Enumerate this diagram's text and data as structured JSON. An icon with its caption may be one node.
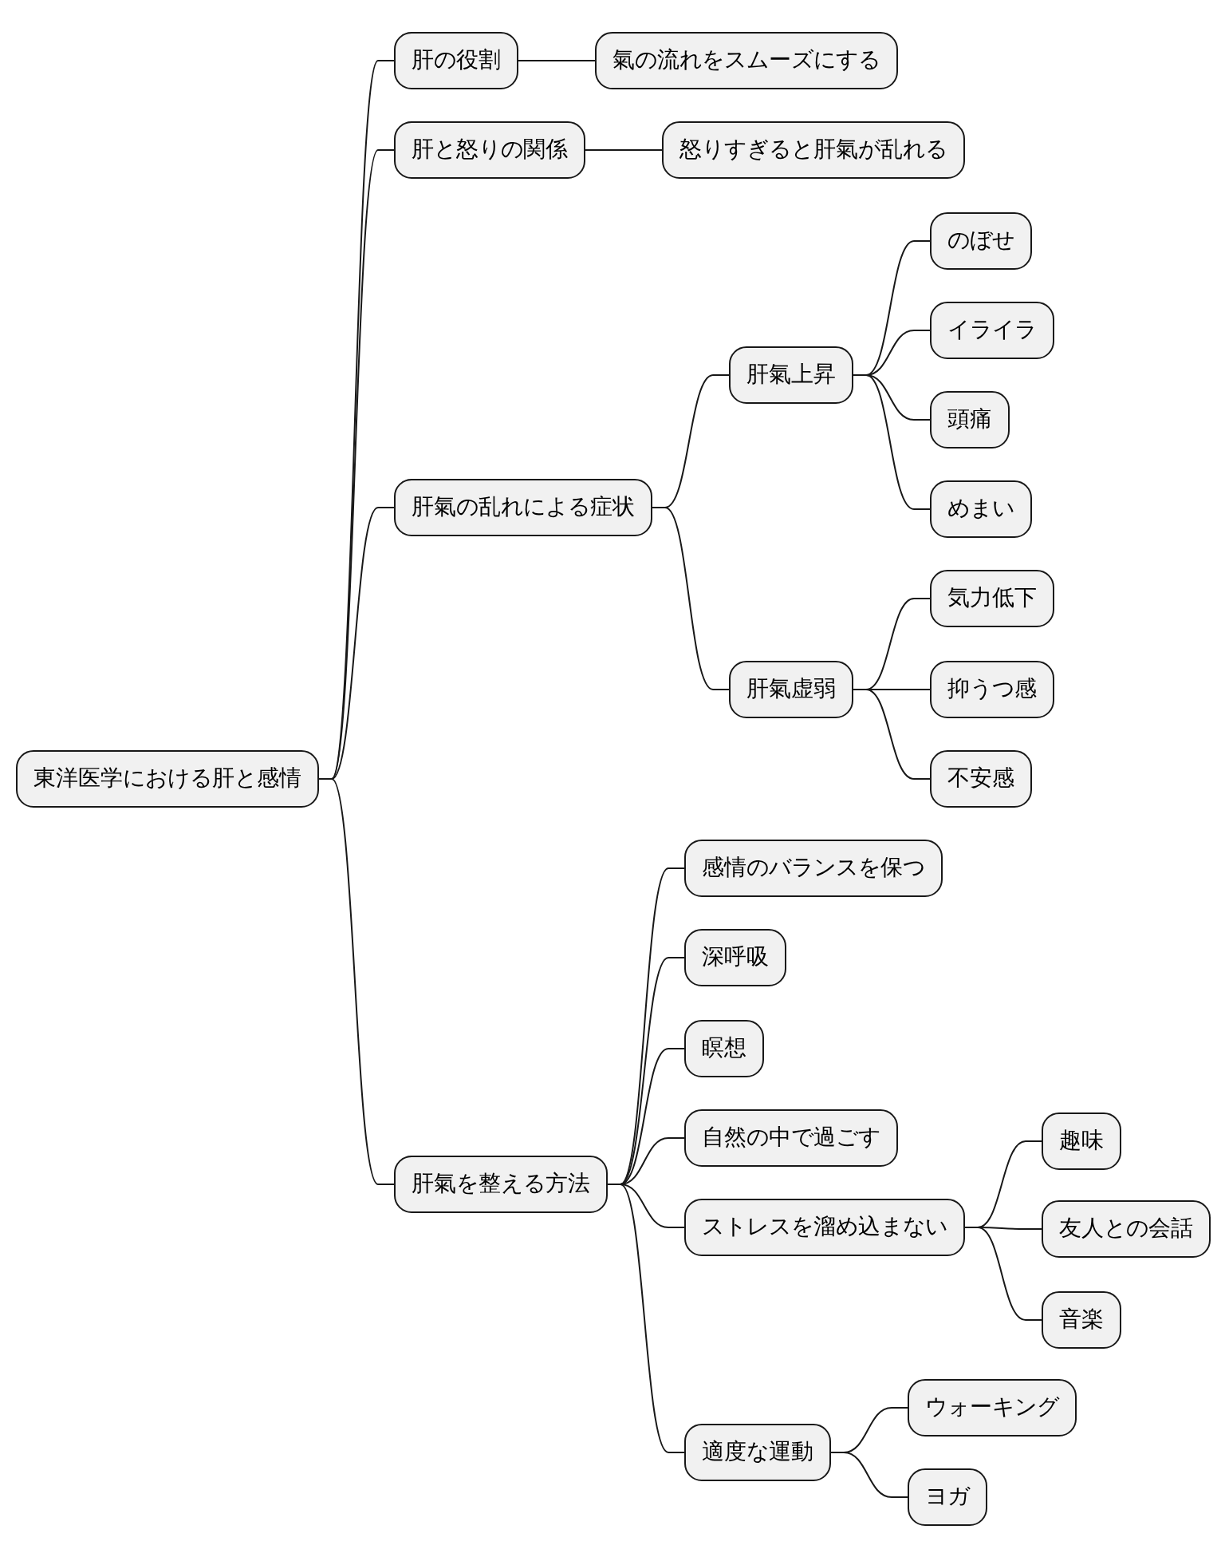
{
  "diagram": {
    "nodes": [
      {
        "text": [
          "東洋医学における肝と感情"
        ]
      },
      {
        "text": [
          "肝の役割"
        ]
      },
      {
        "text": [
          "氣の流れをスムーズにする"
        ]
      },
      {
        "text": [
          "肝と怒りの関係"
        ]
      },
      {
        "text": [
          "怒りすぎると肝氣が乱れる"
        ]
      },
      {
        "text": [
          "肝氣の乱れによる症状"
        ]
      },
      {
        "text": [
          "肝氣上昇"
        ]
      },
      {
        "text": [
          "のぼせ"
        ]
      },
      {
        "text": [
          "イライラ"
        ]
      },
      {
        "text": [
          "頭痛"
        ]
      },
      {
        "text": [
          "めまい"
        ]
      },
      {
        "text": [
          "肝氣虚弱"
        ]
      },
      {
        "text": [
          "気力低下"
        ]
      },
      {
        "text": [
          "抑うつ感"
        ]
      },
      {
        "text": [
          "不安感"
        ]
      },
      {
        "text": [
          "肝氣を整える方法"
        ]
      },
      {
        "text": [
          "感情のバランスを保つ"
        ]
      },
      {
        "text": [
          "深呼吸"
        ]
      },
      {
        "text": [
          "瞑想"
        ]
      },
      {
        "text": [
          "自然の中で過ごす"
        ]
      },
      {
        "text": [
          "ストレスを溜め込まない"
        ]
      },
      {
        "text": [
          "趣味"
        ]
      },
      {
        "text": [
          "友人との会話"
        ]
      },
      {
        "text": [
          "音楽"
        ]
      },
      {
        "text": [
          "適度な運動"
        ]
      },
      {
        "text": [
          "ウォーキング"
        ]
      },
      {
        "text": [
          "ヨガ"
        ]
      }
    ],
    "edges": [
      {
        "from": 0,
        "to": 1,
        "arrow": "none"
      },
      {
        "from": 1,
        "to": 2,
        "arrow": "none"
      },
      {
        "from": 0,
        "to": 3,
        "arrow": "none"
      },
      {
        "from": 3,
        "to": 4,
        "arrow": "none"
      },
      {
        "from": 0,
        "to": 5,
        "arrow": "none"
      },
      {
        "from": 5,
        "to": 6,
        "arrow": "none"
      },
      {
        "from": 6,
        "to": 7,
        "arrow": "none"
      },
      {
        "from": 6,
        "to": 8,
        "arrow": "none"
      },
      {
        "from": 6,
        "to": 9,
        "arrow": "none"
      },
      {
        "from": 6,
        "to": 10,
        "arrow": "none"
      },
      {
        "from": 5,
        "to": 11,
        "arrow": "none"
      },
      {
        "from": 11,
        "to": 12,
        "arrow": "none"
      },
      {
        "from": 11,
        "to": 13,
        "arrow": "none"
      },
      {
        "from": 11,
        "to": 14,
        "arrow": "none"
      },
      {
        "from": 0,
        "to": 15,
        "arrow": "none"
      },
      {
        "from": 15,
        "to": 16,
        "arrow": "none"
      },
      {
        "from": 15,
        "to": 17,
        "arrow": "none"
      },
      {
        "from": 15,
        "to": 18,
        "arrow": "none"
      },
      {
        "from": 15,
        "to": 19,
        "arrow": "none"
      },
      {
        "from": 15,
        "to": 20,
        "arrow": "none"
      },
      {
        "from": 20,
        "to": 21,
        "arrow": "none"
      },
      {
        "from": 20,
        "to": 22,
        "arrow": "none"
      },
      {
        "from": 20,
        "to": 23,
        "arrow": "none"
      },
      {
        "from": 15,
        "to": 24,
        "arrow": "none"
      },
      {
        "from": 24,
        "to": 25,
        "arrow": "none"
      },
      {
        "from": 24,
        "to": 26,
        "arrow": "none"
      }
    ]
  }
}
